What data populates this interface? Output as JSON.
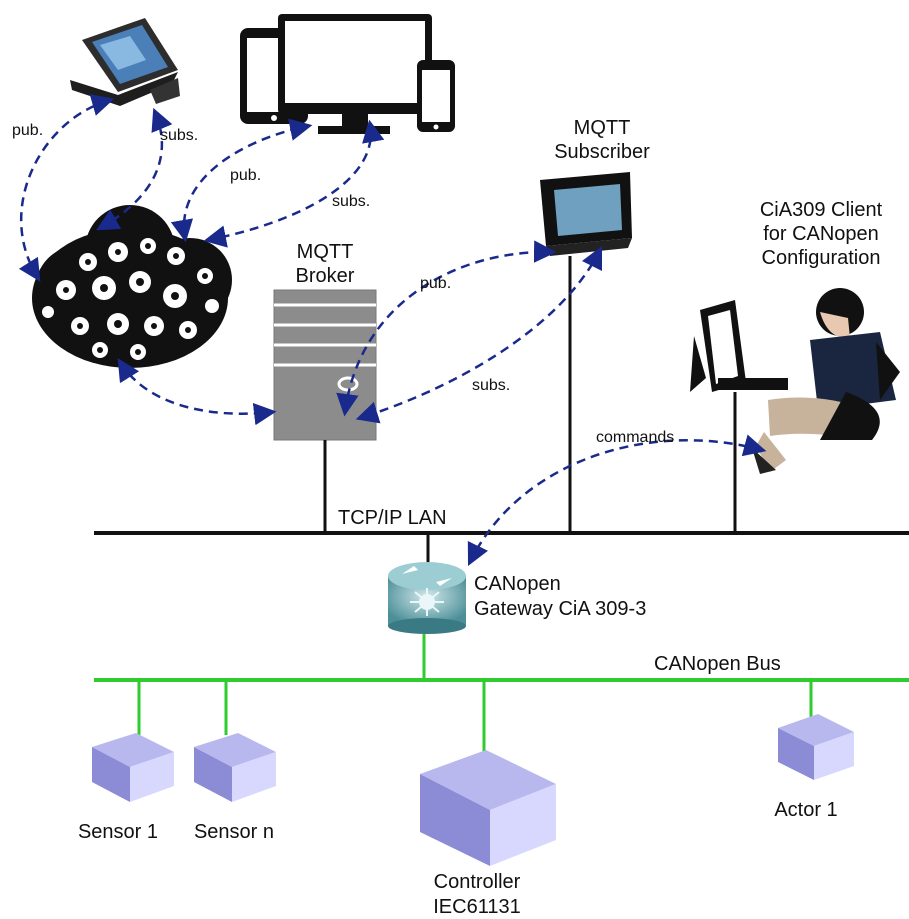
{
  "labels": {
    "mqtt_subscriber_1": "MQTT",
    "mqtt_subscriber_2": "Subscriber",
    "mqtt_broker_1": "MQTT",
    "mqtt_broker_2": "Broker",
    "cia309_1": "CiA309 Client",
    "cia309_2": "for CANopen",
    "cia309_3": "Configuration",
    "tcpip_lan": "TCP/IP LAN",
    "gateway_1": "CANopen",
    "gateway_2": "Gateway CiA 309-3",
    "canopen_bus": "CANopen Bus",
    "sensor_1": "Sensor 1",
    "sensor_n": "Sensor n",
    "controller_1": "Controller",
    "controller_2": "IEC61131",
    "actor_1": "Actor 1"
  },
  "arrows": {
    "pub_laptop": "pub.",
    "subs_laptop": "subs.",
    "pub_devices": "pub.",
    "subs_devices": "subs.",
    "pub_subscriber": "pub.",
    "subs_subscriber": "subs.",
    "commands": "commands"
  },
  "colors": {
    "arrow": "#1a2a8c",
    "lan": "#111111",
    "can_bus": "#2ecc2e",
    "device_top": "#b8b8ee",
    "device_front": "#8c8cd6",
    "device_side": "#d8d8ff"
  }
}
